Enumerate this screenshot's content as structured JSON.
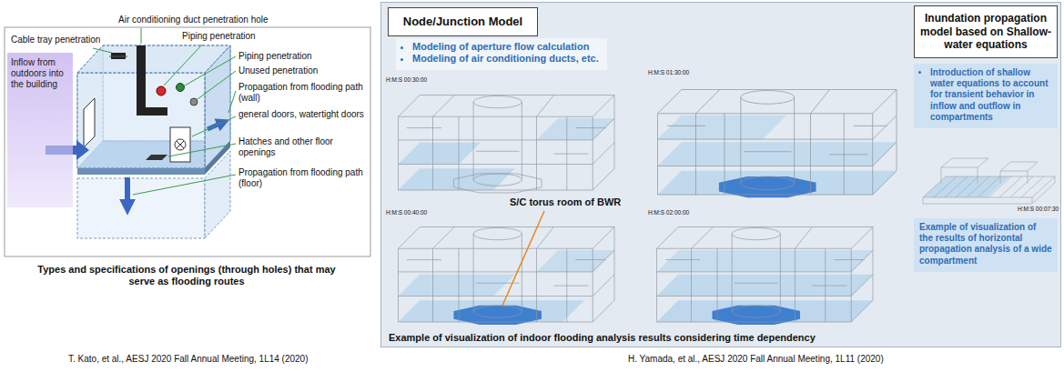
{
  "diagram": {
    "nodes": [
      {
        "text": [
          "Inflow from outdoors into the building"
        ]
      },
      {
        "text": [
          "Example of visualization of indoor flooding analysis results considering time dependency"
        ]
      },
      {
        "text": [
          "Node/Junction Model"
        ],
        "in": 1
      },
      {
        "text": [
          "Modeling of aperture flow calculation",
          "Modeling of air conditioning ducts, etc."
        ],
        "in": 1
      },
      {
        "text": [
          "Inundation propagation model based on Shallow-water equations"
        ],
        "in": 1
      },
      {
        "text": [
          "Introduction of shallow water equations to account for transient behavior in inflow and outflow in compartments"
        ],
        "in": 1
      },
      {
        "text": [
          "Example of visualization of the results of horizontal propagation analysis of a wide compartment"
        ],
        "in": 1
      }
    ],
    "labels": [
      "Cable tray penetration",
      "Air conditioning duct penetration hole",
      "Piping penetration",
      "Piping penetration",
      "Unused penetration",
      "Propagation from flooding path (wall)",
      "general doors, watertight doors",
      "Hatches and other floor openings",
      "Propagation from flooding path (floor)",
      "Types and specifications of openings (through holes) that may serve as flooding routes",
      "T. Kato, et al., AESJ 2020 Fall Annual Meeting, 1L14 (2020)",
      "H:M:S 00:30:00",
      "H:M:S 01:30:00",
      "H:M:S 00:40:00",
      "H:M:S 02:00:00",
      "S/C torus room of BWR",
      "H:M:S 00:07:30",
      "H. Yamada, et al., AESJ 2020 Fall Annual Meeting, 1L11 (2020)"
    ]
  }
}
